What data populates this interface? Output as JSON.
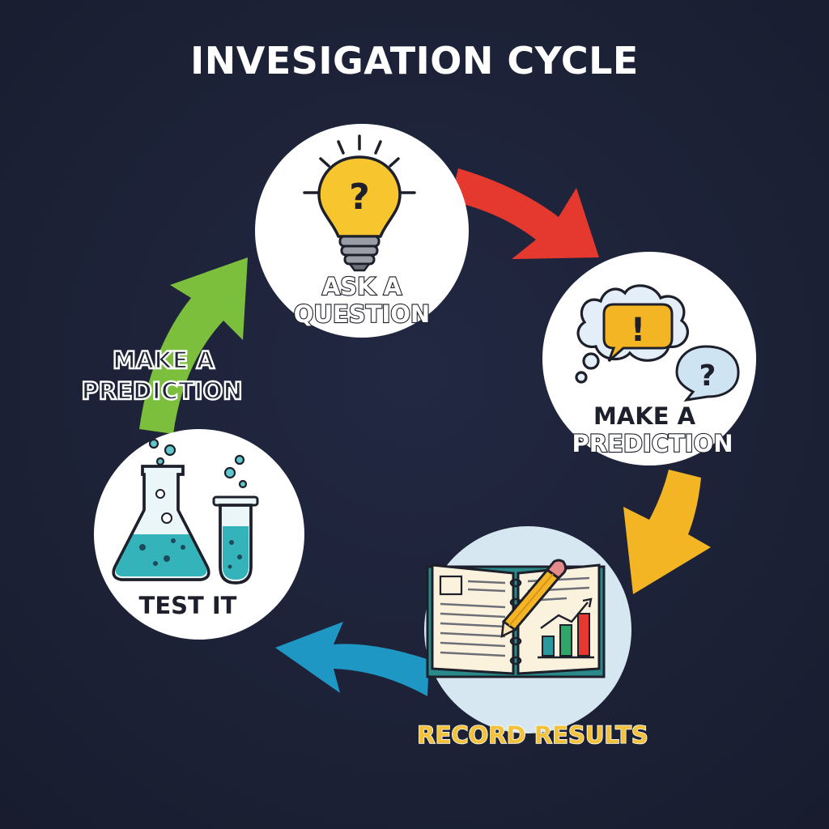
{
  "title": "INVESIGATION CYCLE",
  "steps": {
    "ask": {
      "line1": "ASK A",
      "line2": "QUESTION",
      "icon": "lightbulb-question-icon"
    },
    "predict": {
      "line1": "MAKE A",
      "line2": "PREDICTION",
      "icon": "thought-bubbles-icon"
    },
    "record": {
      "label": "RECORD RESULTS",
      "icon": "notebook-chart-icon"
    },
    "test": {
      "label": "TEST IT",
      "icon": "flask-test-tube-icon"
    }
  },
  "side_label": {
    "line1": "MAKE A",
    "line2": "PREDICTION"
  },
  "arrows": {
    "ask_to_predict": "#e5392f",
    "predict_to_record": "#f4b524",
    "record_to_test": "#1f97c4",
    "test_to_ask": "#7cbf3c"
  },
  "icon_marks": {
    "bulb": "?",
    "bubble_big": "!",
    "bubble_small": "?"
  }
}
